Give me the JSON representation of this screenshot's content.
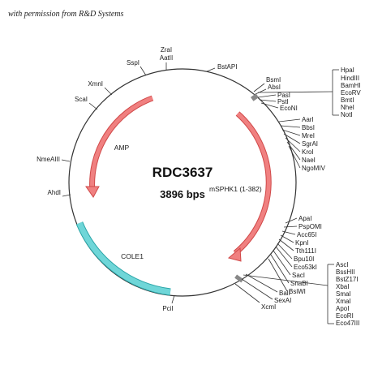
{
  "header": {
    "permission_note": "with permission from R&D Systems"
  },
  "plasmid": {
    "name": "RDC3637",
    "size_label": "3896 bps"
  },
  "features": {
    "amp": "AMP",
    "insert": "mSPHK1 (1-382)",
    "cole1": "COLE1"
  },
  "colors": {
    "arrow_fill": "#f08080",
    "arrow_stroke": "#d04848",
    "cole1": "#6fd6d8",
    "backbone": "#333333"
  },
  "sites": {
    "single": [
      "ZraI",
      "AatII",
      "SspI",
      "XmnI",
      "ScaI",
      "NmeAIII",
      "AhdI",
      "PciI",
      "XcmI",
      "BstAPI"
    ],
    "top_right_cluster": [
      "BsmI",
      "AbsI",
      "PasI",
      "PstI",
      "EcoNI"
    ],
    "top_right_bracket": [
      "HpaI",
      "HindIII",
      "BamHI",
      "EcoRV",
      "BmtI",
      "NheI",
      "NotI"
    ],
    "right_upper": [
      "AarI",
      "BbsI",
      "MreI",
      "SgrAI",
      "KroI",
      "NaeI",
      "NgoMIV"
    ],
    "right_lower": [
      "ApaI",
      "PspOMI",
      "Acc65I",
      "KpnI",
      "Tth111I",
      "Bpu10I",
      "Eco53kI",
      "SacI",
      "SnaBI",
      "BsiWI"
    ],
    "bottom_cluster": [
      "BalI",
      "SexAI"
    ],
    "bottom_bracket": [
      "AscI",
      "BssHII",
      "BstZ17I",
      "XbaI",
      "SmaI",
      "XmaI",
      "ApoI",
      "EcoRI",
      "Eco47III"
    ]
  }
}
